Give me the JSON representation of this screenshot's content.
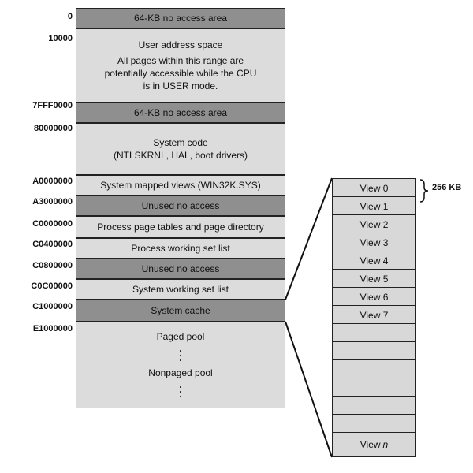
{
  "address_labels": [
    "0",
    "10000",
    "7FFF0000",
    "80000000",
    "A0000000",
    "A3000000",
    "C0000000",
    "C0400000",
    "C0800000",
    "C0C00000",
    "C1000000",
    "E1000000"
  ],
  "regions": {
    "no_access_low": "64-KB no access area",
    "user_space": {
      "title": "User address space",
      "line1": "All pages within this range are",
      "line2": "potentially accessible while the CPU",
      "line3": "is in USER mode."
    },
    "no_access_high": "64-KB no access area",
    "system_code": {
      "title": "System code",
      "subtitle": "(NTLSKRNL, HAL, boot drivers)"
    },
    "system_mapped_views": "System mapped views (WIN32K.SYS)",
    "unused_1": "Unused no access",
    "page_tables": "Process page tables and page directory",
    "working_set_list": "Process working set list",
    "unused_2": "Unused no access",
    "system_working_set": "System working set list",
    "system_cache": "System cache",
    "pools": {
      "paged": "Paged pool",
      "nonpaged": "Nonpaged pool"
    }
  },
  "views": {
    "labels": [
      "View 0",
      "View 1",
      "View 2",
      "View 3",
      "View 4",
      "View 5",
      "View 6",
      "View 7"
    ],
    "last_prefix": "View",
    "last_var": "n",
    "size_label": "256 KB"
  }
}
